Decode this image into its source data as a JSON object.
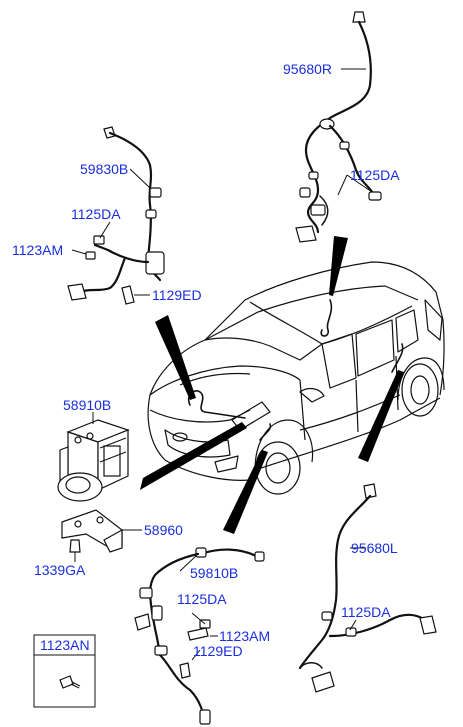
{
  "diagram": {
    "part_labels": {
      "p95680R": "95680R",
      "p1125DA_tr": "1125DA",
      "p59830B": "59830B",
      "p1125DA_l": "1125DA",
      "p1123AM_l": "1123AM",
      "p1129ED_l": "1129ED",
      "p58910B": "58910B",
      "p58960": "58960",
      "p1339GA": "1339GA",
      "p59810B": "59810B",
      "p1125DA_bm": "1125DA",
      "p1123AM_bm": "1123AM",
      "p1129ED_bm": "1129ED",
      "p95680L": "95680L",
      "p1125DA_br": "1125DA"
    },
    "inset": {
      "title": "1123AN"
    }
  },
  "colors": {
    "label": "#1a2fe0",
    "line": "#111111"
  }
}
